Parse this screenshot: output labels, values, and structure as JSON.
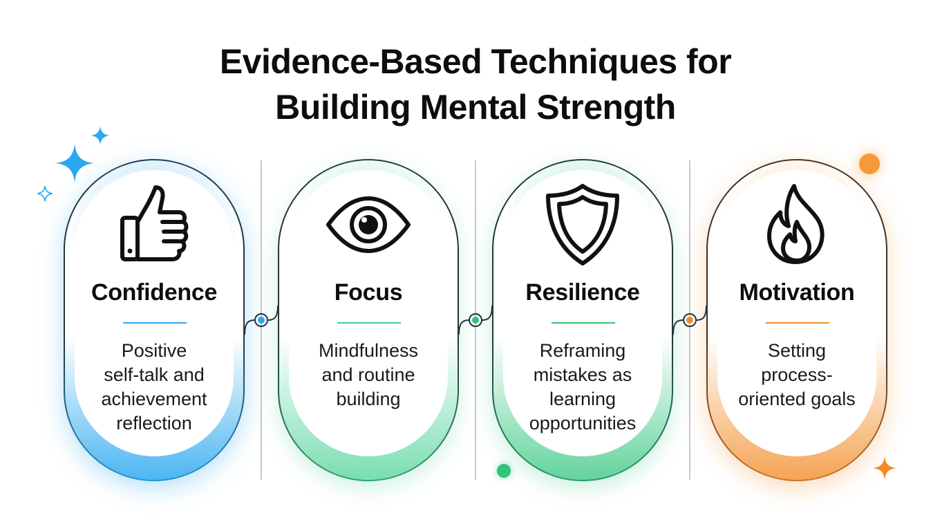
{
  "title": {
    "line1": "Evidence-Based Techniques for",
    "line2": "Building Mental Strength"
  },
  "cards": [
    {
      "id": "confidence",
      "title": "Confidence",
      "desc": [
        "Positive",
        "self-talk and",
        "achievement",
        "reflection"
      ],
      "icon": "thumbs-up-icon",
      "color": "#2aa8ef"
    },
    {
      "id": "focus",
      "title": "Focus",
      "desc": [
        "Mindfulness",
        "and routine",
        "building"
      ],
      "icon": "eye-icon",
      "color": "#3fcf8e"
    },
    {
      "id": "resilience",
      "title": "Resilience",
      "desc": [
        "Reframing",
        "mistakes as",
        "learning",
        "opportunities"
      ],
      "icon": "shield-icon",
      "color": "#2ec47a"
    },
    {
      "id": "motivation",
      "title": "Motivation",
      "desc": [
        "Setting",
        "process-",
        "oriented goals"
      ],
      "icon": "flame-icon",
      "color": "#f28c28"
    }
  ],
  "connectors": [
    {
      "color": "#2aa8ef"
    },
    {
      "color": "#2ec47a"
    },
    {
      "color": "#f28c28"
    }
  ]
}
